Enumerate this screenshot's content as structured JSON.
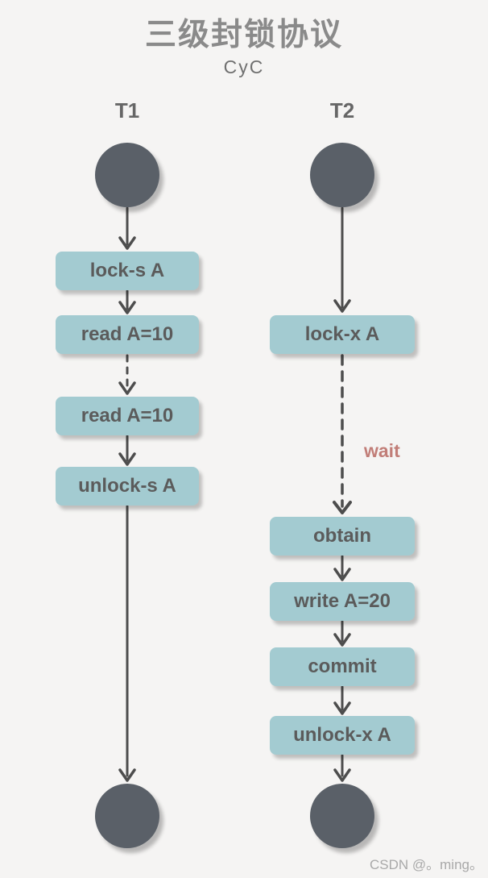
{
  "page": {
    "title": "三级封锁协议",
    "subtitle": "CyC",
    "watermark": "CSDN @。ming。"
  },
  "colors": {
    "background": "#f5f4f3",
    "node_fill": "#a3cbd1",
    "node_text": "#5b5b5b",
    "terminal_circle_fill": "#5a6068",
    "arrow_stroke": "#4d4d4d",
    "wait_text": "#c17d77",
    "title_text": "#8a8a8a"
  },
  "diagram": {
    "wait_label": "wait",
    "columns": [
      {
        "label": "T1",
        "nodes": [
          "lock-s A",
          "read A=10",
          "read A=10",
          "unlock-s A"
        ]
      },
      {
        "label": "T2",
        "nodes": [
          "lock-x A",
          "obtain",
          "write A=20",
          "commit",
          "unlock-x A"
        ]
      }
    ]
  }
}
